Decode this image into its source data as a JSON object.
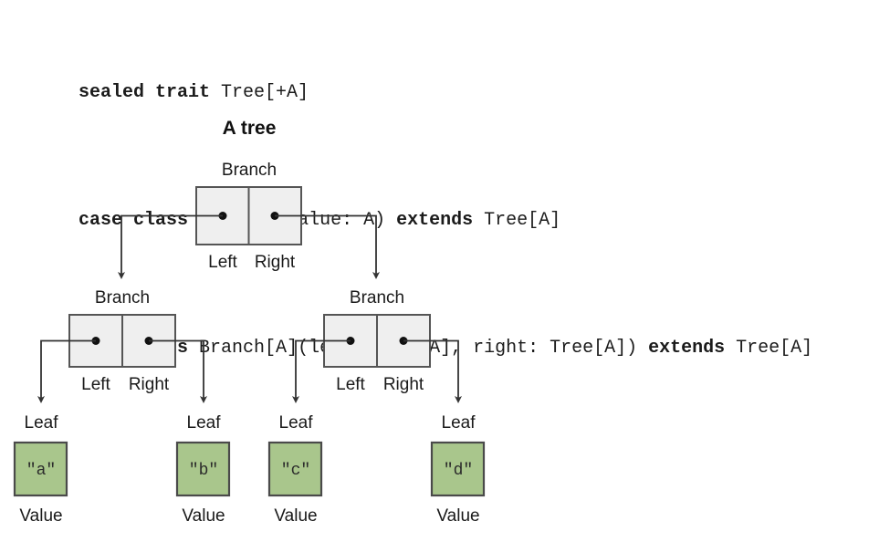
{
  "code": {
    "lines": [
      [
        {
          "t": "sealed trait ",
          "bold": true
        },
        {
          "t": "Tree[+A]",
          "bold": false
        }
      ],
      [
        {
          "t": "case class ",
          "bold": true
        },
        {
          "t": "Leaf[A](value: A) ",
          "bold": false
        },
        {
          "t": "extends ",
          "bold": true
        },
        {
          "t": "Tree[A]",
          "bold": false
        }
      ],
      [
        {
          "t": "case class ",
          "bold": true
        },
        {
          "t": "Branch[A](left: Tree[A], right: Tree[A]) ",
          "bold": false
        },
        {
          "t": "extends ",
          "bold": true
        },
        {
          "t": "Tree[A]",
          "bold": false
        }
      ]
    ]
  },
  "diagram": {
    "title": "A tree",
    "node_label": "Branch",
    "left_label": "Left",
    "right_label": "Right",
    "leaf_label": "Leaf",
    "value_label": "Value",
    "colors": {
      "branch_fill": "#efefef",
      "branch_stroke": "#555555",
      "leaf_fill": "#a9c68c",
      "leaf_stroke": "#4a4a4a",
      "wire": "#333333",
      "text": "#1a1a1a"
    },
    "nodes": {
      "root": {
        "label": "Branch",
        "left_label": "Left",
        "right_label": "Right"
      },
      "left_branch": {
        "label": "Branch",
        "left_label": "Left",
        "right_label": "Right"
      },
      "right_branch": {
        "label": "Branch",
        "left_label": "Left",
        "right_label": "Right"
      }
    },
    "leaves": [
      {
        "leaf_label": "Leaf",
        "value": "\"a\"",
        "value_label": "Value"
      },
      {
        "leaf_label": "Leaf",
        "value": "\"b\"",
        "value_label": "Value"
      },
      {
        "leaf_label": "Leaf",
        "value": "\"c\"",
        "value_label": "Value"
      },
      {
        "leaf_label": "Leaf",
        "value": "\"d\"",
        "value_label": "Value"
      }
    ]
  }
}
